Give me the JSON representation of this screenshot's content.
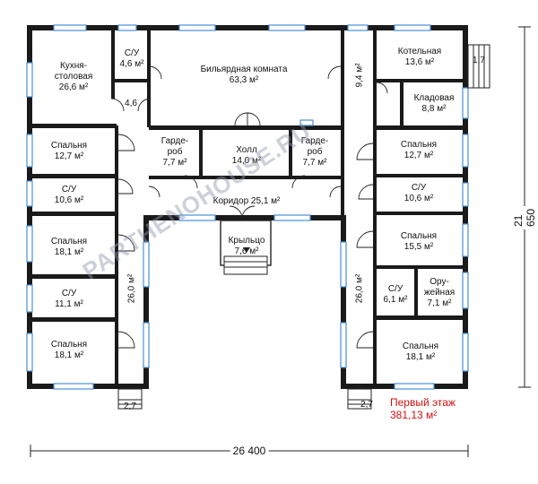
{
  "rooms": [
    {
      "id": "kitchen",
      "name": "Кухня-\nстоловая",
      "area": "26,6 м²"
    },
    {
      "id": "wc_top",
      "name": "С/У",
      "area": "4,6 м²"
    },
    {
      "id": "vestibule_left",
      "name": "",
      "area": "4,6"
    },
    {
      "id": "billiard",
      "name": "Бильярдная комната",
      "area": "63,3 м²"
    },
    {
      "id": "boiler",
      "name": "Котельная",
      "area": "13,6 м²"
    },
    {
      "id": "pantry",
      "name": "Кладовая",
      "area": "8,8 м²"
    },
    {
      "id": "bedroom_l1",
      "name": "Спальня",
      "area": "12,7 м²"
    },
    {
      "id": "wc_l1",
      "name": "С/У",
      "area": "10,6 м²"
    },
    {
      "id": "bedroom_l2",
      "name": "Спальня",
      "area": "18,1 м²"
    },
    {
      "id": "wc_l2",
      "name": "С/У",
      "area": "11,1 м²"
    },
    {
      "id": "bedroom_l3",
      "name": "Спальня",
      "area": "18,1 м²"
    },
    {
      "id": "wardrobe_l",
      "name": "Гарде-\nроб",
      "area": "7,7 м²"
    },
    {
      "id": "hall",
      "name": "Холл",
      "area": "14,0 м²"
    },
    {
      "id": "wardrobe_r",
      "name": "Гарде-\nроб",
      "area": "7,7 м²"
    },
    {
      "id": "corridor",
      "name": "Коридор",
      "area": "25,1 м²"
    },
    {
      "id": "porch",
      "name": "Крыльцо",
      "area": "7,6 м²"
    },
    {
      "id": "bedroom_r1",
      "name": "Спальня",
      "area": "12,7 м²"
    },
    {
      "id": "wc_r1",
      "name": "С/У",
      "area": "10,6 м²"
    },
    {
      "id": "bedroom_r2",
      "name": "Спальня",
      "area": "15,5 м²"
    },
    {
      "id": "wc_r2",
      "name": "С/У",
      "area": "6,1 м²"
    },
    {
      "id": "armory",
      "name": "Ору-\nжейная",
      "area": "7,1 м²"
    },
    {
      "id": "bedroom_r3",
      "name": "Спальня",
      "area": "18,1 м²"
    }
  ],
  "corridor_labels": {
    "left_gallery": "26,0 м²",
    "right_gallery": "26,0 м²",
    "right_top": "9,4 м²"
  },
  "entrances": {
    "left": "2,7",
    "right": "2,7",
    "top_right": "1,7"
  },
  "dimensions": {
    "width": "26 400",
    "height": "21 650"
  },
  "floor": {
    "title": "Первый этаж",
    "total_area": "381,13 м²"
  },
  "watermark": "PARTHENOHOUSE.RU",
  "colors": {
    "wall": "#1a1a1a",
    "window": "#4a90d9",
    "floor_text": "#d01010"
  }
}
